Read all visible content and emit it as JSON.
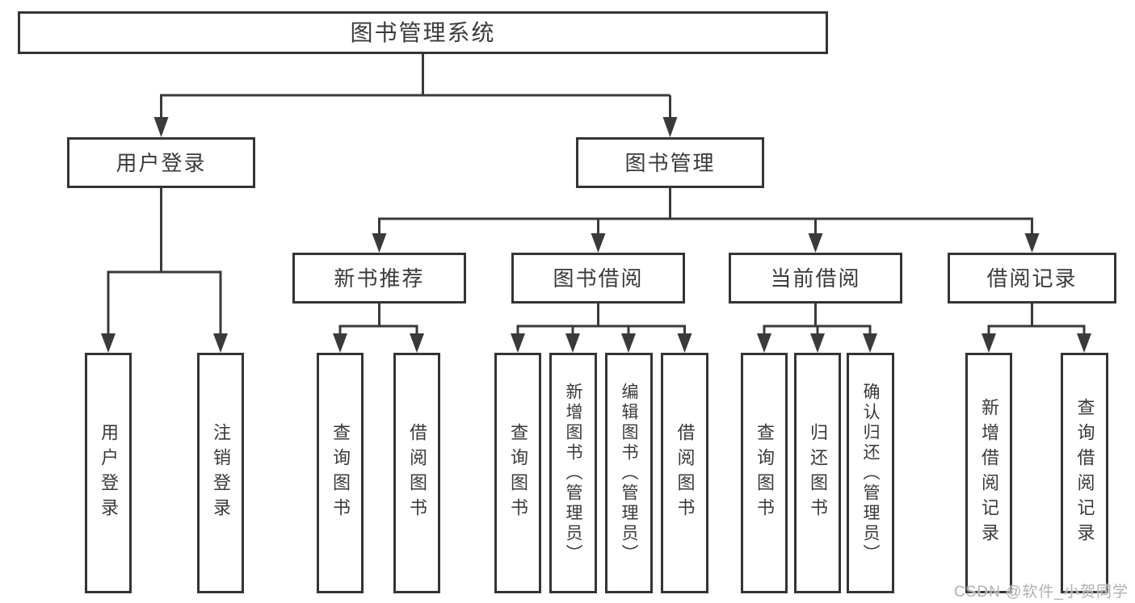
{
  "diagram": {
    "root_label": "图书管理系统",
    "level2": {
      "user_login": "用户登录",
      "book_management": "图书管理"
    },
    "level3": {
      "new_book_recommendation": "新书推荐",
      "book_borrowing": "图书借阅",
      "current_borrowing": "当前借阅",
      "borrowing_records": "借阅记录"
    },
    "leaves": {
      "user_login": [
        "用户登录",
        "注销登录"
      ],
      "new_book_recommendation": [
        "查询图书",
        "借阅图书"
      ],
      "book_borrowing": [
        "查询图书",
        "新增图书（管理员）",
        "编辑图书（管理员）",
        "借阅图书"
      ],
      "current_borrowing": [
        "查询图书",
        "归还图书",
        "确认归还（管理员）"
      ],
      "borrowing_records": [
        "新增借阅记录",
        "查询借阅记录"
      ]
    }
  },
  "watermark": {
    "text": "CSDN @软件_小贺同学"
  },
  "colors": {
    "line": "#3a3a3a",
    "box_border": "#343434",
    "text": "#3a3a3a",
    "background": "#ffffff",
    "watermark": "#969696"
  }
}
